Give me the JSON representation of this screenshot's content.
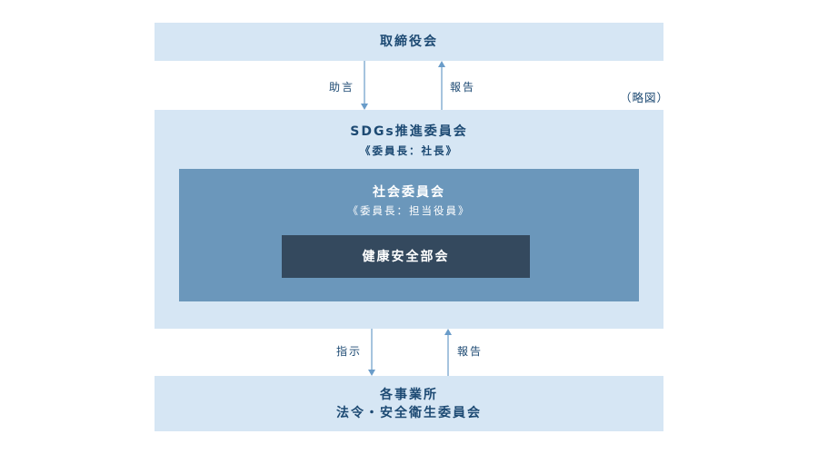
{
  "board": {
    "title": "取締役会"
  },
  "arrows_top": {
    "down_label": "助言",
    "up_label": "報告"
  },
  "note": "（略図）",
  "sdgs": {
    "title": "SDGs推進委員会",
    "chair": "《委員長：社長》"
  },
  "social": {
    "title": "社会委員会",
    "chair": "《委員長：担当役員》"
  },
  "health": {
    "title": "健康安全部会"
  },
  "arrows_bottom": {
    "down_label": "指示",
    "up_label": "報告"
  },
  "sites": {
    "line1": "各事業所",
    "line2": "法令・安全衛生委員会"
  },
  "colors": {
    "light": "#d6e6f4",
    "mid": "#6b97bb",
    "dark": "#34495e",
    "text": "#1d4a73",
    "arrow": "#6a9cc9"
  }
}
